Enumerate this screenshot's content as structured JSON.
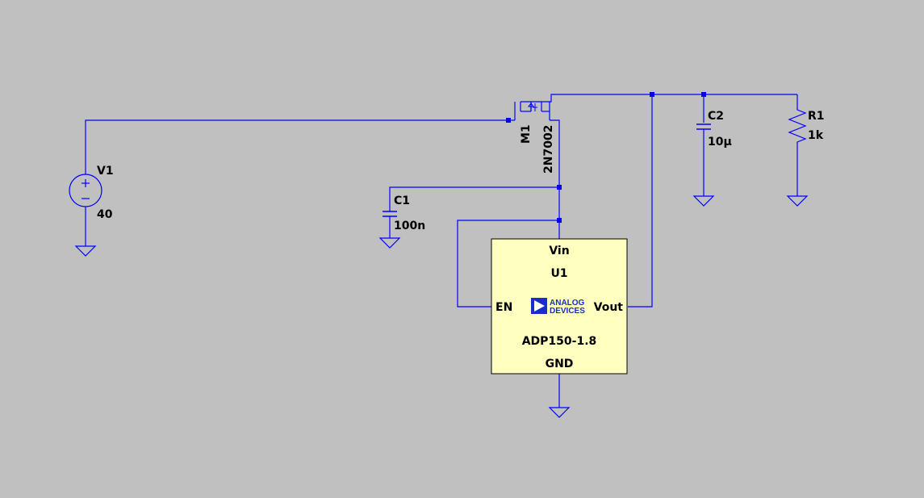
{
  "components": {
    "v1": {
      "name": "V1",
      "value": "40"
    },
    "m1": {
      "name": "M1",
      "model": "2N7002"
    },
    "c1": {
      "name": "C1",
      "value": "100n"
    },
    "c2": {
      "name": "C2",
      "value": "10µ"
    },
    "r1": {
      "name": "R1",
      "value": "1k"
    },
    "u1": {
      "name": "U1",
      "part": "ADP150-1.8",
      "pin_vin": "Vin",
      "pin_en": "EN",
      "pin_vout": "Vout",
      "pin_gnd": "GND",
      "logo_line1": "ANALOG",
      "logo_line2": "DEVICES"
    }
  },
  "colors": {
    "background": "#c0c0c0",
    "wire": "#0000ff",
    "ic_fill": "#ffffc0"
  }
}
